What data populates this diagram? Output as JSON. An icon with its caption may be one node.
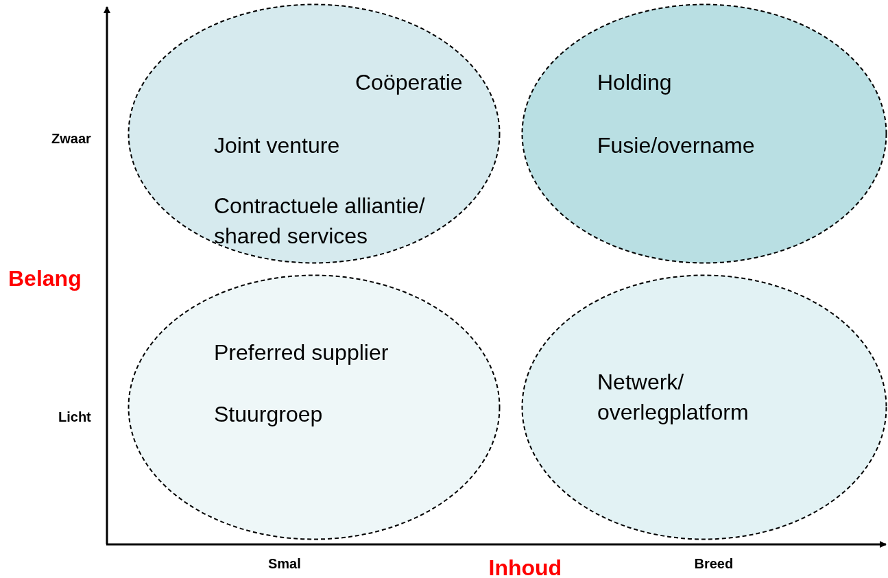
{
  "diagram": {
    "nodes": [
      {
        "text": [
          "Coöperatie",
          "Joint venture",
          "Contractuele alliantie/ shared services"
        ]
      },
      {
        "text": [
          "Holding",
          "Fusie/overname"
        ]
      },
      {
        "text": [
          "Preferred supplier",
          "Stuurgroep"
        ]
      },
      {
        "text": [
          "Netwerk/ overlegplatform"
        ]
      }
    ],
    "edges": [],
    "labels": [
      "Zwaar",
      "Belang",
      "Licht",
      "Smal",
      "Inhoud",
      "Breed"
    ]
  }
}
